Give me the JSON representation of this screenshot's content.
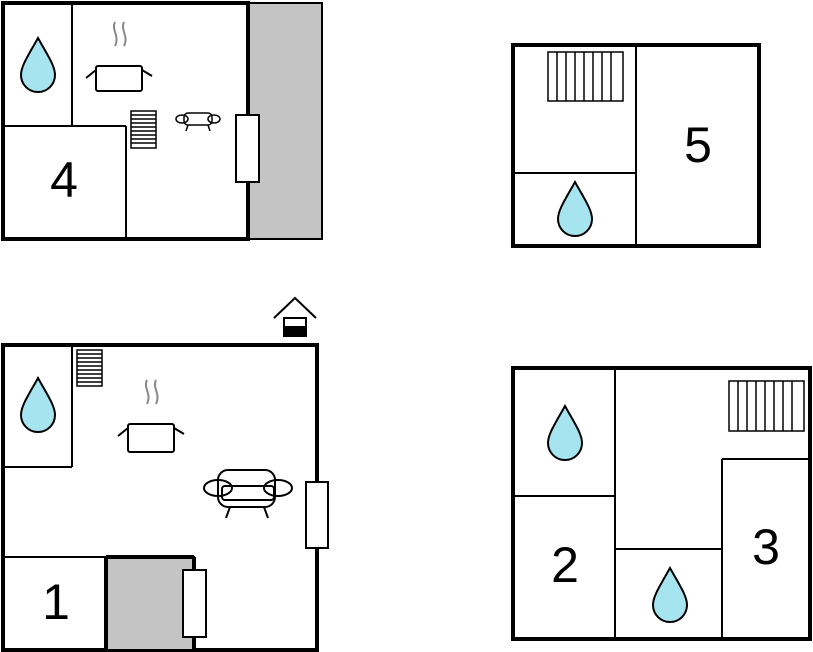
{
  "floorplans": [
    {
      "id": "upper-left",
      "room_labels": [
        "4"
      ]
    },
    {
      "id": "upper-right",
      "room_labels": [
        "5"
      ]
    },
    {
      "id": "lower-left",
      "room_labels": [
        "1"
      ]
    },
    {
      "id": "lower-right",
      "room_labels": [
        "2",
        "3"
      ]
    }
  ],
  "colors": {
    "water": "#a6e4f0",
    "terrace": "#c4c4c4",
    "wall": "#000000"
  },
  "icons": [
    "water-drop-icon",
    "kitchen-pot-icon",
    "sofa-icon",
    "stairs-icon",
    "radiator-icon",
    "entrance-icon",
    "window-icon"
  ]
}
